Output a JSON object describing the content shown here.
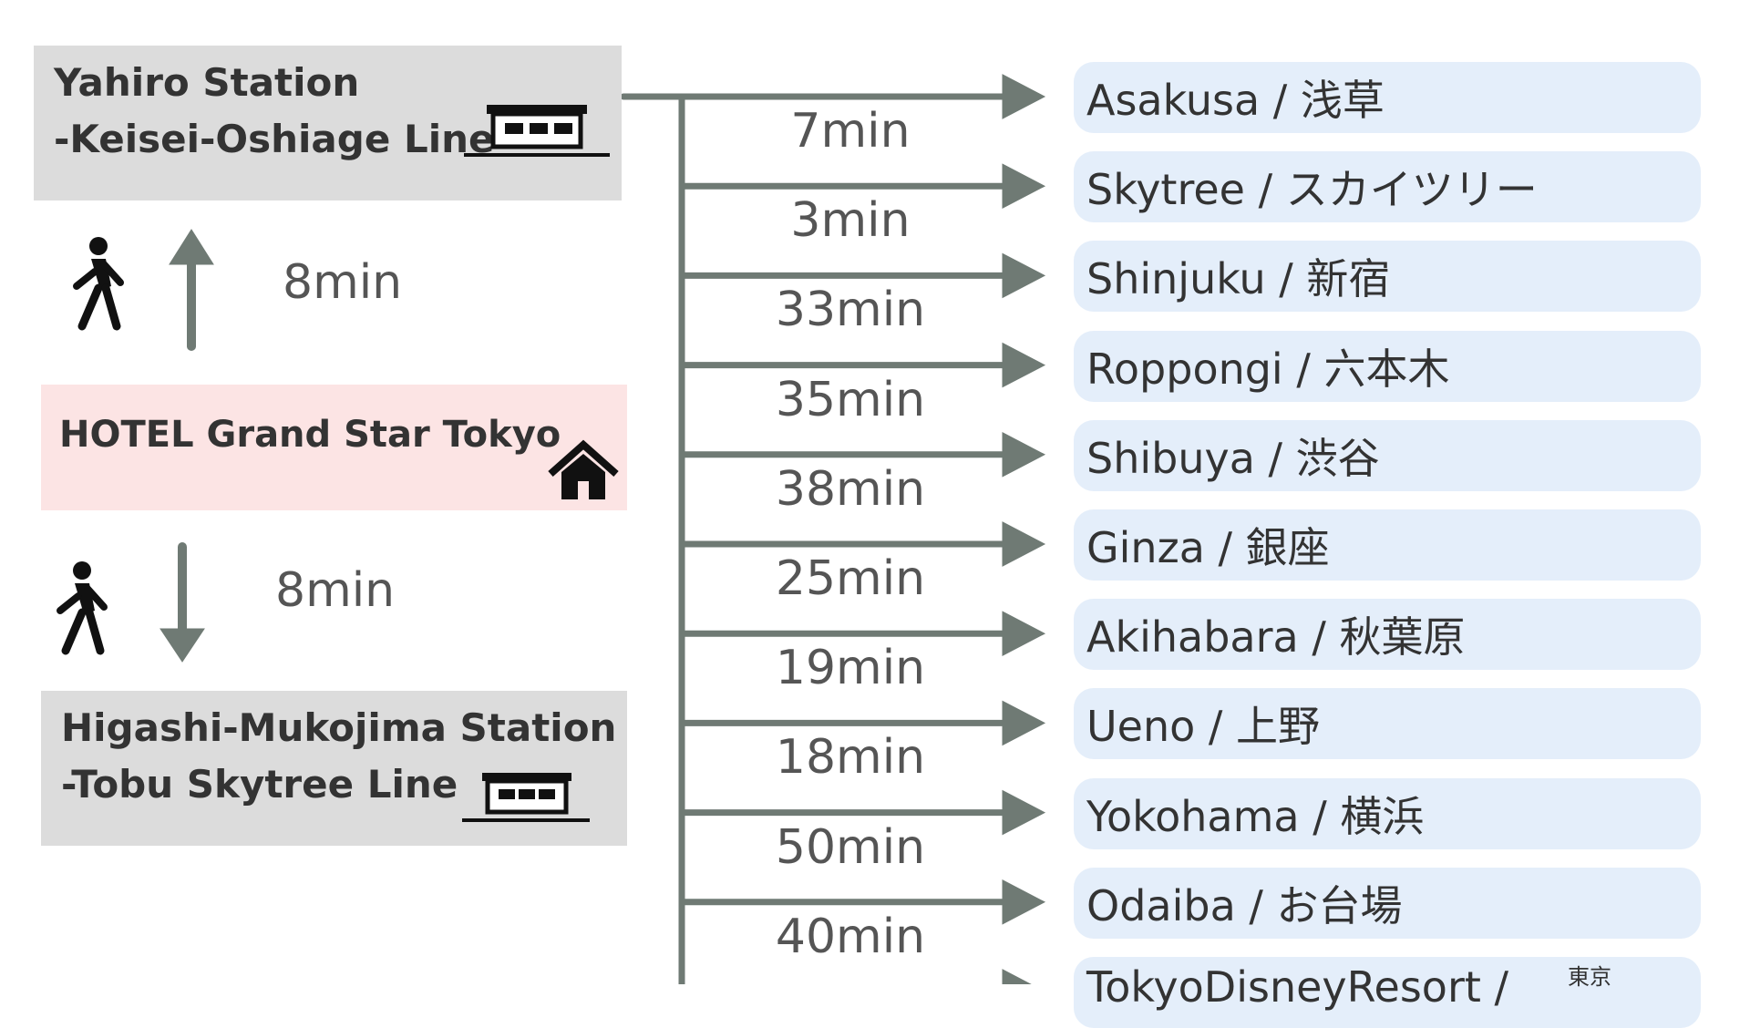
{
  "origin_stations": {
    "north": {
      "line1": "Yahiro Station",
      "line2": "-Keisei-Oshiage Line"
    },
    "south": {
      "line1": "Higashi-Mukojima Station",
      "line2": "-Tobu Skytree Line"
    }
  },
  "hotel": {
    "name": "HOTEL Grand Star Tokyo"
  },
  "walks": {
    "to_north": "8min",
    "to_south": "8min"
  },
  "destinations": [
    {
      "label": "Asakusa / 浅草",
      "time": "7min"
    },
    {
      "label": "Skytree / スカイツリー",
      "time": "3min"
    },
    {
      "label": "Shinjuku / 新宿",
      "time": "33min"
    },
    {
      "label": "Roppongi / 六本木",
      "time": "35min"
    },
    {
      "label": "Shibuya / 渋谷",
      "time": "38min"
    },
    {
      "label": "Ginza / 銀座",
      "time": "25min"
    },
    {
      "label": "Akihabara / 秋葉原",
      "time": "19min"
    },
    {
      "label": "Ueno / 上野",
      "time": "18min"
    },
    {
      "label": "Yokohama / 横浜",
      "time": "50min"
    },
    {
      "label": "Odaiba / お台場",
      "time": "40min"
    },
    {
      "label": "TokyoDisneyResort /",
      "time": ""
    }
  ],
  "notes": {
    "tokyo_small": "東京"
  },
  "colors": {
    "station_bg": "#dcdcdc",
    "hotel_bg": "#fce4e4",
    "destination_bg": "#e4eefa",
    "arrow": "#6f7a74",
    "text": "#333333"
  },
  "icons": {
    "station": "train-station-icon",
    "hotel": "house-icon",
    "walker": "pedestrian-icon"
  }
}
